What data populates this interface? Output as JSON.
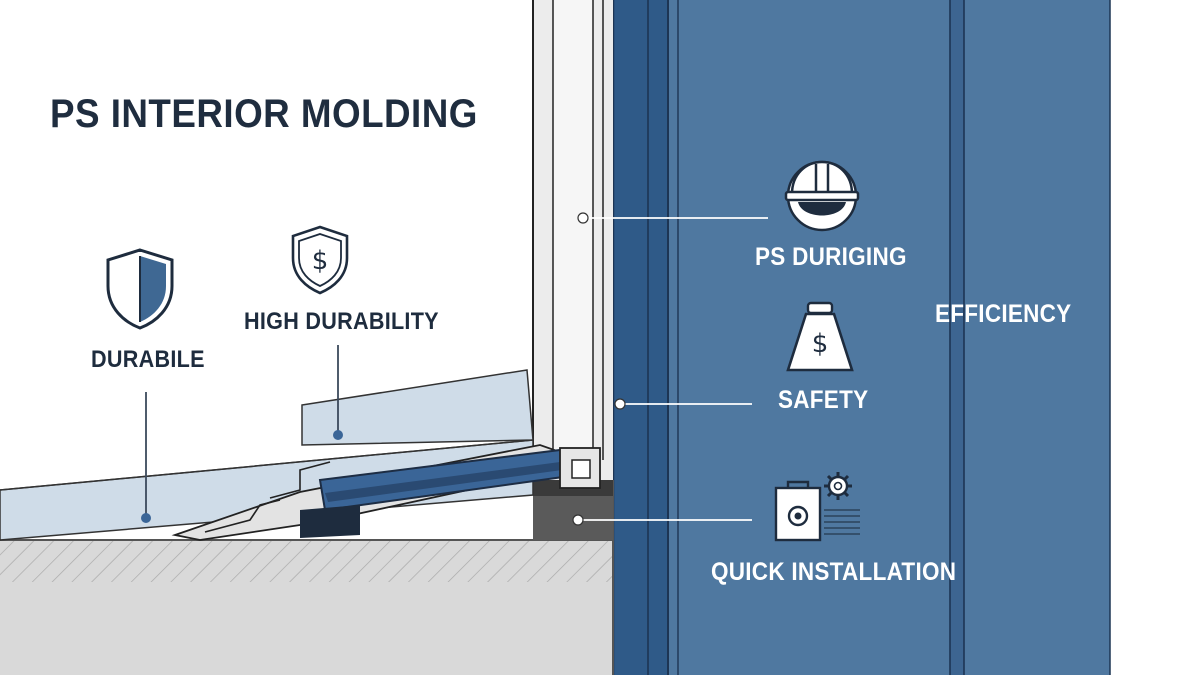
{
  "title": "PS INTERIOR MOLDING",
  "labels": {
    "durable": "DURABILE",
    "high_durability": "HIGH DURABILITY",
    "ps_duriging": "PS DURIGING",
    "efficiency": "EFFICIENCY",
    "safety": "SAFETY",
    "quick_installation": "QUICK INSTALLATION"
  },
  "icons": {
    "durable": "shield-icon",
    "high_durability": "dollar-shield-icon",
    "ps_duriging": "hard-hat-icon",
    "safety": "money-bag-icon",
    "quick_installation": "toolbag-gear-icon",
    "icon_dollar_glyph": "$"
  },
  "colors": {
    "title": "#1f2d3f",
    "panel_blue": "#4f78a0",
    "panel_dark_blue": "#2e5886",
    "molding_blue": "#3a6597",
    "light_blue_fill": "#cfdce8",
    "floor_gray": "#d9d9d9"
  }
}
